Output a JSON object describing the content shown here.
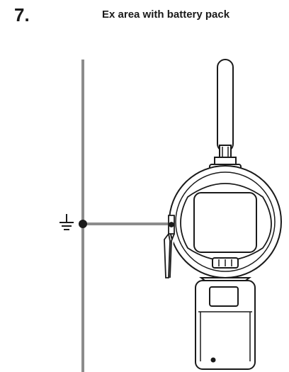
{
  "header": {
    "step_number": "7.",
    "title": "Ex area with battery pack"
  },
  "colors": {
    "ground_line": "#8c8c8c",
    "outline": "#1a1a1a",
    "fill": "#ffffff"
  },
  "icons": {
    "ground": "earth-ground-symbol"
  }
}
